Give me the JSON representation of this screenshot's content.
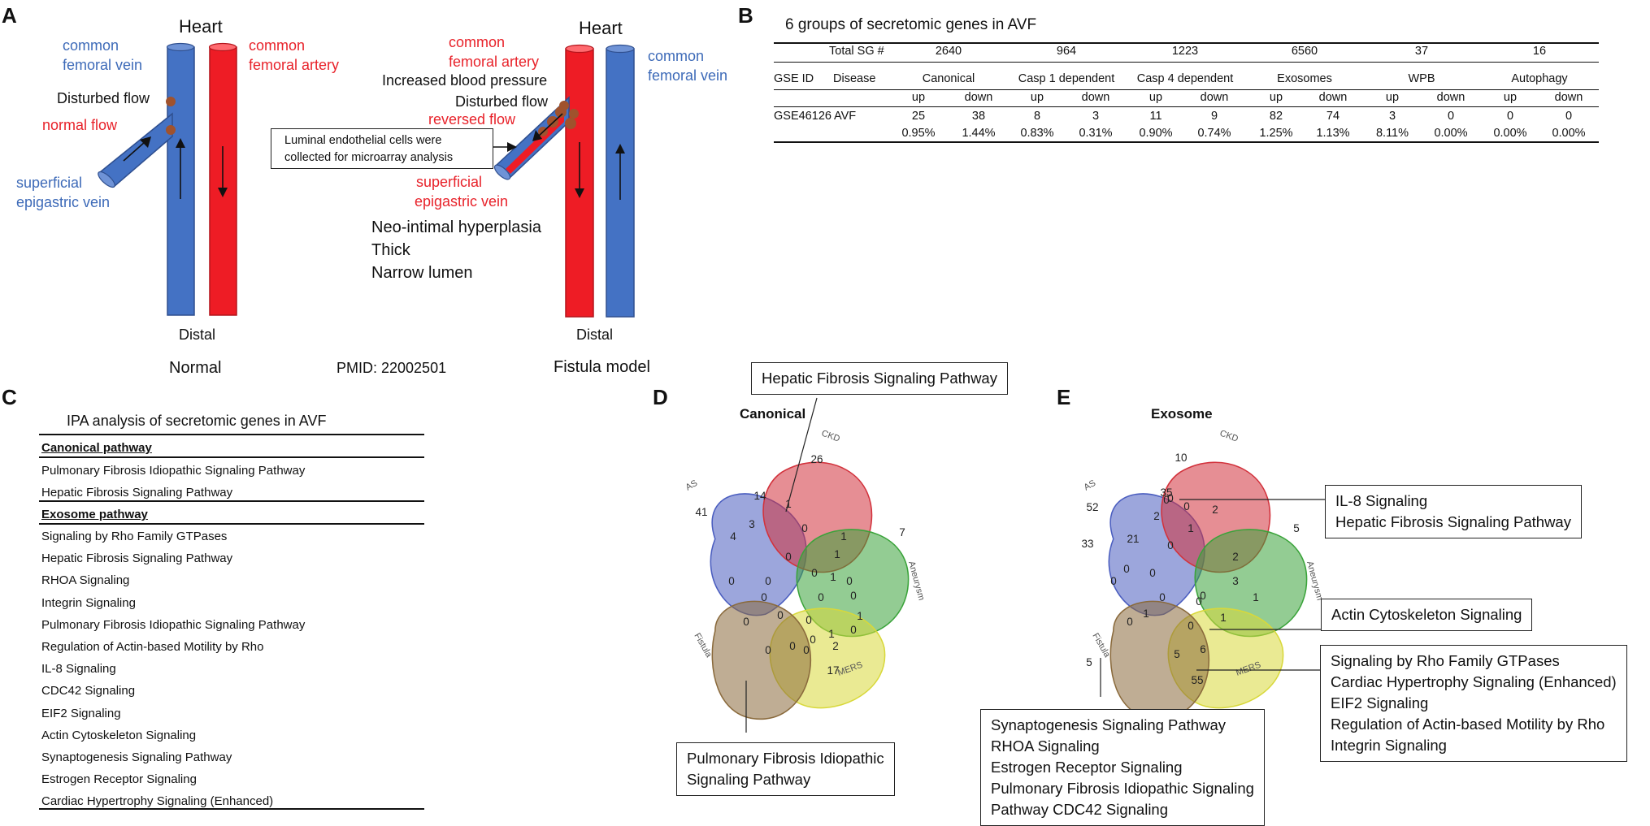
{
  "panelA": {
    "label": "A",
    "normal": {
      "heart": "Heart",
      "vein_label": [
        "common",
        "femoral vein"
      ],
      "artery_label": [
        "common",
        "femoral artery"
      ],
      "disturbed": "Disturbed flow",
      "normal_flow": "normal flow",
      "superficial": [
        "superficial",
        "epigastric vein"
      ],
      "distal": "Distal",
      "caption": "Normal"
    },
    "pmid": "PMID: 22002501",
    "fistula": {
      "heart": "Heart",
      "artery_label": [
        "common",
        "femoral artery"
      ],
      "vein_label": [
        "common",
        "femoral vein"
      ],
      "bp": "Increased blood pressure",
      "disturbed": "Disturbed flow",
      "reversed": "reversed flow",
      "callout": [
        "Luminal endothelial cells were",
        "collected for microarray analysis"
      ],
      "superficial": [
        "superficial",
        "epigastric vein"
      ],
      "notes": [
        "Neo-intimal hyperplasia",
        "Thick",
        "Narrow lumen"
      ],
      "distal": "Distal",
      "caption": "Fistula model"
    }
  },
  "panelB": {
    "label": "B",
    "title": "6 groups of secretomic genes in AVF",
    "total_label": "Total SG #",
    "totals": [
      "2640",
      "964",
      "1223",
      "6560",
      "37",
      "16"
    ],
    "gse_label": "GSE ID",
    "disease_label": "Disease",
    "groups": [
      "Canonical",
      "Casp 1 dependent",
      "Casp 4 dependent",
      "Exosomes",
      "WPB",
      "Autophagy"
    ],
    "updown": [
      "up",
      "down",
      "up",
      "down",
      "up",
      "down",
      "up",
      "down",
      "up",
      "down",
      "up",
      "down"
    ],
    "gse_id": "GSE46126",
    "disease": "AVF",
    "counts": [
      "25",
      "38",
      "8",
      "3",
      "11",
      "9",
      "82",
      "74",
      "3",
      "0",
      "0",
      "0"
    ],
    "percents": [
      "0.95%",
      "1.44%",
      "0.83%",
      "0.31%",
      "0.90%",
      "0.74%",
      "1.25%",
      "1.13%",
      "8.11%",
      "0.00%",
      "0.00%",
      "0.00%"
    ]
  },
  "panelC": {
    "label": "C",
    "title": "IPA analysis of secretomic genes in AVF",
    "canonical_head": "Canonical pathway",
    "canonical_items": [
      "Pulmonary Fibrosis Idiopathic Signaling Pathway",
      "Hepatic Fibrosis Signaling Pathway"
    ],
    "exosome_head": "Exosome pathway",
    "exosome_items": [
      "Signaling by Rho Family GTPases",
      "Hepatic Fibrosis Signaling Pathway",
      "RHOA Signaling",
      "Integrin Signaling",
      "Pulmonary Fibrosis Idiopathic Signaling Pathway",
      "Regulation of Actin-based Motility by Rho",
      "IL-8 Signaling",
      "CDC42 Signaling",
      "EIF2 Signaling",
      "Actin Cytoskeleton Signaling",
      "Synaptogenesis Signaling Pathway",
      "Estrogen Receptor Signaling",
      "Cardiac Hypertrophy Signaling (Enhanced)"
    ]
  },
  "panelD": {
    "label": "D",
    "title": "Canonical",
    "set_labels": [
      "AS",
      "CKD",
      "Aneurysm",
      "MERS",
      "Fistula"
    ],
    "numbers": [
      "26",
      "14",
      "41",
      "7",
      "17",
      "1",
      "0",
      "1",
      "3",
      "4",
      "1",
      "0",
      "0",
      "1",
      "1",
      "0",
      "0",
      "0",
      "0",
      "0",
      "0",
      "0",
      "0",
      "0",
      "1",
      "0",
      "0",
      "0",
      "0",
      "2",
      "0"
    ],
    "callout_top": "Hepatic Fibrosis Signaling Pathway",
    "callout_bottom": [
      "Pulmonary Fibrosis Idiopathic",
      "Signaling Pathway"
    ]
  },
  "panelE": {
    "label": "E",
    "title": "Exosome",
    "set_labels": [
      "AS",
      "CKD",
      "Aneurysm",
      "MERS",
      "Fistula"
    ],
    "numbers": [
      "10",
      "35",
      "52",
      "5",
      "55",
      "33",
      "21",
      "2",
      "0",
      "0",
      "2",
      "1",
      "2",
      "3",
      "1",
      "0",
      "0",
      "0",
      "0",
      "0",
      "0",
      "0",
      "0",
      "1",
      "0",
      "1",
      "6",
      "5",
      "5",
      "0"
    ],
    "callout_il8": [
      "IL-8 Signaling",
      "Hepatic Fibrosis Signaling Pathway"
    ],
    "callout_actin": "Actin Cytoskeleton Signaling",
    "callout_rho": [
      "Signaling by Rho Family GTPases",
      "Cardiac Hypertrophy Signaling (Enhanced)",
      "EIF2 Signaling",
      "Regulation of Actin-based Motility by Rho",
      "Integrin Signaling"
    ],
    "callout_synapt": [
      "Synaptogenesis Signaling Pathway",
      "RHOA Signaling",
      "Estrogen Receptor Signaling",
      "Pulmonary Fibrosis Idiopathic Signaling",
      "Pathway CDC42 Signaling"
    ]
  }
}
